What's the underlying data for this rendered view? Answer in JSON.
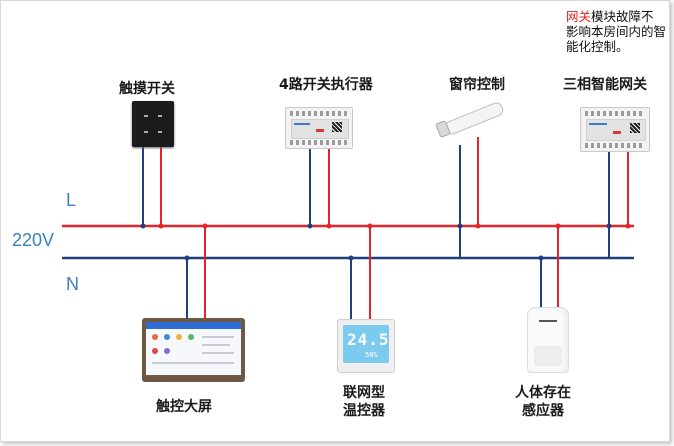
{
  "rails": {
    "line_label": "L",
    "voltage_label": "220V",
    "neutral_label": "N",
    "live_color": "#e8232a",
    "neutral_color": "#1f3f7f"
  },
  "devices_top": {
    "touch_switch": "触摸开关",
    "relay_4way": "4路开关执行器",
    "curtain": "窗帘控制",
    "gateway": "三相智能网关"
  },
  "devices_bottom": {
    "touch_screen": "触控大屏",
    "thermostat_line1": "联网型",
    "thermostat_line2": "温控器",
    "presence_line1": "人体存在",
    "presence_line2": "感应器",
    "thermostat_temp": "24.5",
    "thermostat_hum": "50%"
  },
  "note": {
    "highlight": "网关",
    "rest": "模块故障不影响本房间内的智能化控制。",
    "highlight_color": "#e02020"
  },
  "icons": [
    "touch-switch-device",
    "din-relay-device",
    "curtain-motor-device",
    "gateway-device",
    "touch-screen-device",
    "thermostat-device",
    "presence-sensor-device"
  ]
}
